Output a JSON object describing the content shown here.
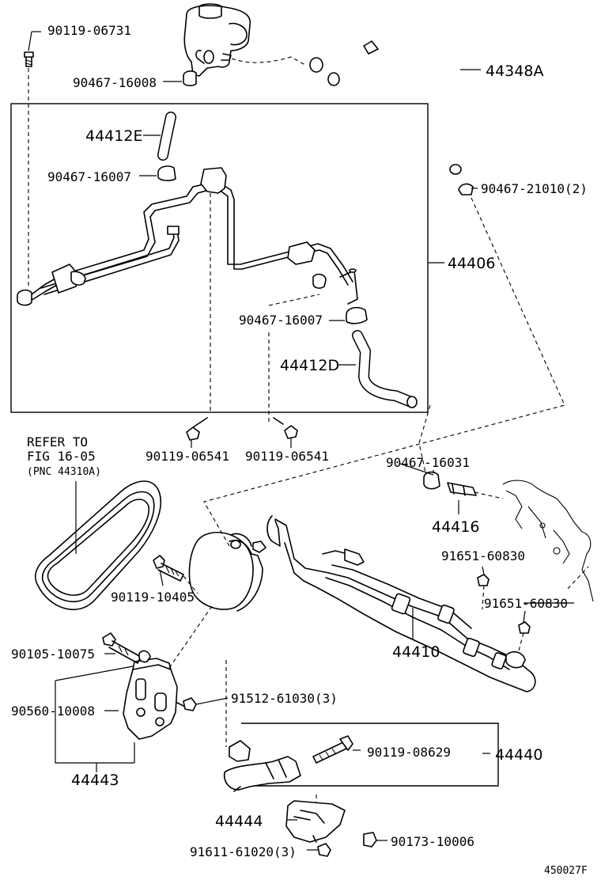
{
  "diagram_id": "450027F",
  "refer_note": {
    "line1": "REFER TO",
    "line2": "FIG 16-05",
    "line3": "(PNC 44310A)"
  },
  "parts": {
    "p90119_06731": "90119-06731",
    "p90467_16008": "90467-16008",
    "p44348A": "44348A",
    "p44412E": "44412E",
    "p90467_16007_a": "90467-16007",
    "p90467_21010": "90467-21010(2)",
    "p44406": "44406",
    "p90467_16007_b": "90467-16007",
    "p44412D": "44412D",
    "p90119_06541_a": "90119-06541",
    "p90119_06541_b": "90119-06541",
    "p90467_16031": "90467-16031",
    "p44416": "44416",
    "p91651_60830_a": "91651-60830",
    "p91651_60830_b": "91651-60830",
    "p90119_10405": "90119-10405",
    "p44410": "44410",
    "p90105_10075": "90105-10075",
    "p91512_61030": "91512-61030(3)",
    "p90560_10008": "90560-10008",
    "p44443": "44443",
    "p90119_08629": "90119-08629",
    "p44440": "44440",
    "p44444": "44444",
    "p90173_10006": "90173-10006",
    "p91611_61020": "91611-61020(3)"
  }
}
